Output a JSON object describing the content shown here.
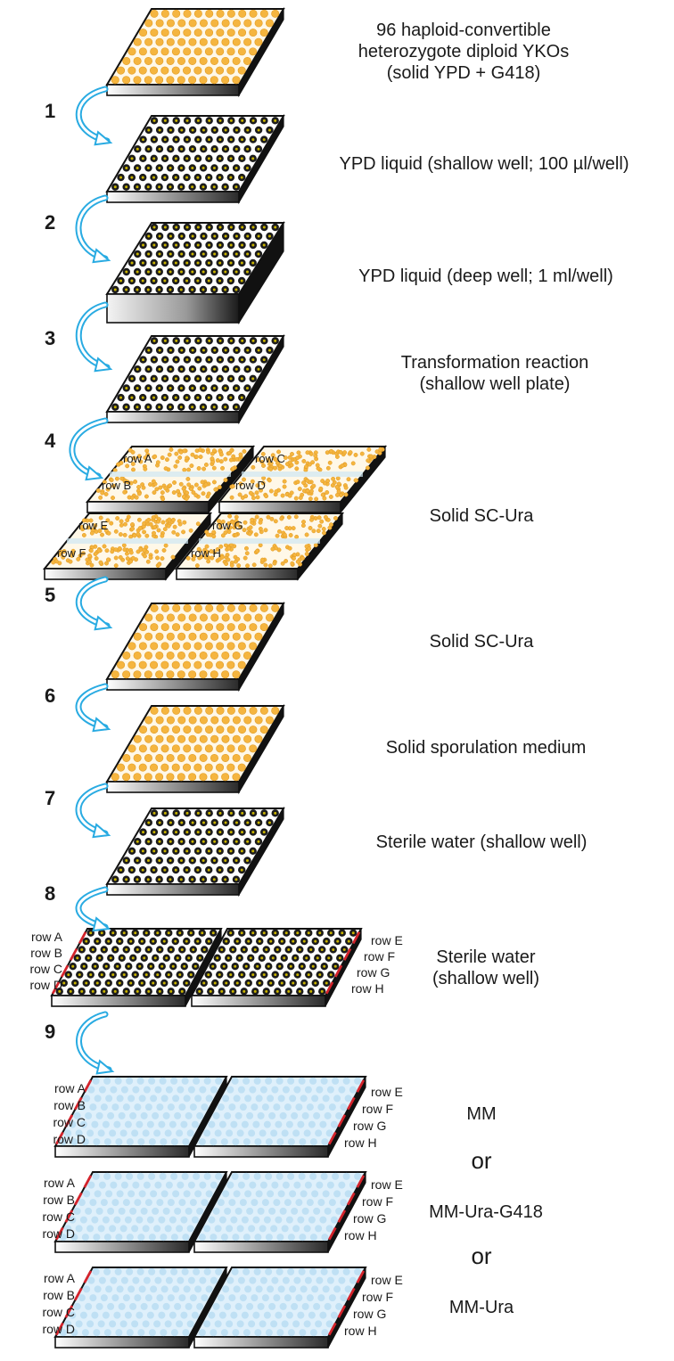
{
  "labels": {
    "plate1": [
      "96  haploid-convertible",
      "heterozygote diploid YKOs",
      "(solid YPD + G418)"
    ],
    "plate2": "YPD liquid (shallow well; 100 µl/well)",
    "plate3": "YPD liquid (deep well; 1 ml/well)",
    "plate4": [
      "Transformation reaction",
      "(shallow well plate)"
    ],
    "plate5": "Solid SC-Ura",
    "plate6": "Solid SC-Ura",
    "plate7": "Solid sporulation medium",
    "plate8": "Sterile water (shallow well)",
    "plate9": [
      "Sterile water",
      "(shallow well)"
    ],
    "mm1": "MM",
    "or1": "or",
    "mm2": "MM-Ura-G418",
    "or2": "or",
    "mm3": "MM-Ura"
  },
  "steps": [
    "1",
    "2",
    "3",
    "4",
    "5",
    "6",
    "7",
    "8",
    "9"
  ],
  "row_labels": {
    "left": [
      "row A",
      "row B",
      "row C",
      "row D"
    ],
    "right": [
      "row E",
      "row F",
      "row G",
      "row H"
    ],
    "solid_top": [
      "row A",
      "row B",
      "row C",
      "row D"
    ],
    "solid_bottom": [
      "row E",
      "row F",
      "row G",
      "row H"
    ]
  },
  "colors": {
    "arrow": "#29abe2",
    "yeast": "#f5b53f",
    "yeast_dark": "#e09a22",
    "liquid_well": "#1c1c1c",
    "liquid_ring": "#c9b400",
    "mm_plate": "#dff0fb",
    "mm_dot": "#bfe0f4",
    "red_line": "#d3232b"
  }
}
